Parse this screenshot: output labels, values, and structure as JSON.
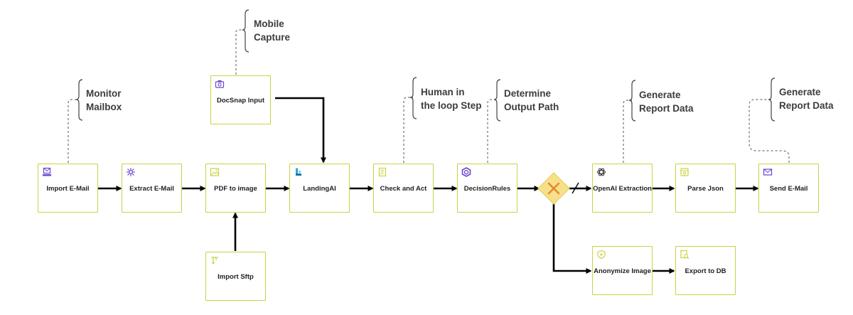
{
  "colors": {
    "task_border": "#cbd243",
    "icon_purple": "#6a45c9",
    "icon_yellow": "#cbd243",
    "gateway_fill": "#f6e08c",
    "gateway_x": "#e68a2e",
    "connector": "#000000",
    "annotation_line": "#555555"
  },
  "tasks": {
    "import_email": {
      "label": "Import E-Mail",
      "icon": "email-scan-icon"
    },
    "extract_email": {
      "label": "Extract E-Mail",
      "icon": "network-hub-icon"
    },
    "pdf_to_image": {
      "label": "PDF to image",
      "icon": "image-convert-icon"
    },
    "landingai": {
      "label": "LandingAI",
      "icon": "landingai-logo-icon"
    },
    "check_and_act": {
      "label": "Check and Act",
      "icon": "document-check-icon"
    },
    "decision_rules": {
      "label": "DecisionRules",
      "icon": "hexagon-icon"
    },
    "openai": {
      "label": "OpenAI Extraction",
      "icon": "openai-logo-icon"
    },
    "parse_json": {
      "label": "Parse Json",
      "icon": "json-gear-icon"
    },
    "send_email": {
      "label": "Send E-Mail",
      "icon": "email-send-icon"
    },
    "docsnap": {
      "label": "DocSnap Input",
      "icon": "camera-icon"
    },
    "import_sftp": {
      "label": "Import Sftp",
      "icon": "sftp-icon"
    },
    "anonymize": {
      "label": "Anonymize Image",
      "icon": "shield-icon"
    },
    "export_db": {
      "label": "Export to DB",
      "icon": "database-search-icon"
    }
  },
  "annotations": {
    "monitor_mailbox": [
      "Monitor",
      "Mailbox"
    ],
    "mobile_capture": [
      "Mobile",
      "Capture"
    ],
    "human_in_loop": [
      "Human in",
      "the loop Step"
    ],
    "output_path": [
      "Determine",
      "Output Path"
    ],
    "report_data_1": [
      "Generate",
      "Report Data"
    ],
    "report_data_2": [
      "Generate",
      "Report Data"
    ]
  },
  "gateway": {
    "type": "exclusive",
    "icon": "x-icon"
  }
}
